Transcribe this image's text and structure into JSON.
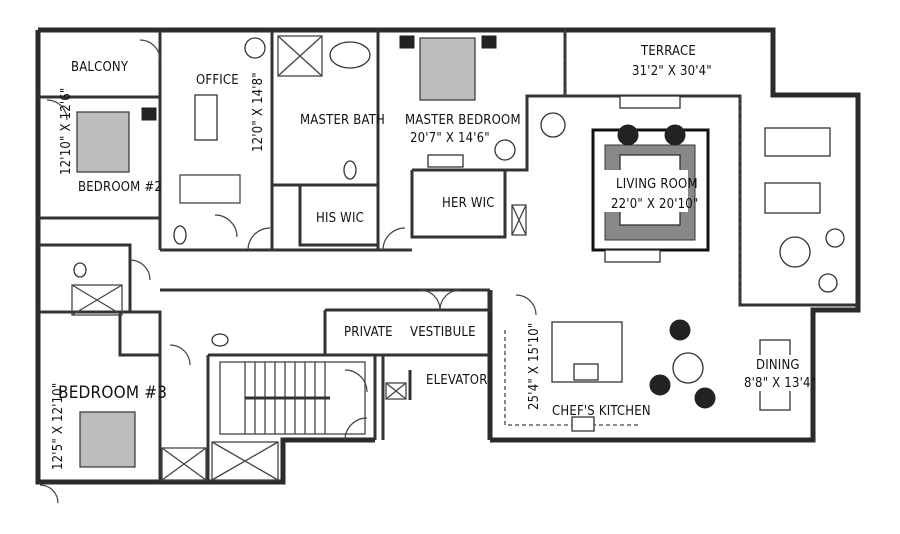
{
  "plan": {
    "rooms": {
      "balcony": {
        "name": "BALCONY"
      },
      "office": {
        "name": "OFFICE",
        "size": "12'0\" X 14'8\""
      },
      "master_bath": {
        "name": "MASTER BATH"
      },
      "master_bedroom": {
        "name": "MASTER BEDROOM",
        "size": "20'7\" X 14'6\""
      },
      "terrace": {
        "name": "TERRACE",
        "size": "31'2\" X 30'4\""
      },
      "bedroom2": {
        "name": "BEDROOM #2",
        "size": "12'10\" X 12'6\""
      },
      "his_wic": {
        "name": "HIS WIC"
      },
      "her_wic": {
        "name": "HER WIC"
      },
      "living_room": {
        "name": "LIVING ROOM",
        "size": "22'0\" X 20'10\""
      },
      "vestibule": {
        "name_a": "PRIVATE",
        "name_b": "VESTIBULE"
      },
      "elevator": {
        "name": "ELEVATOR"
      },
      "bedroom3": {
        "name": "BEDROOM #3",
        "size": "12'5\" X 12'10\""
      },
      "kitchen": {
        "name": "CHEF'S KITCHEN",
        "size": "25'4\" X 15'10\""
      },
      "dining": {
        "name": "DINING",
        "size": "8'8\" X 13'4\""
      }
    },
    "colors": {
      "wall": "#2b2b2b",
      "bed": "#bdbdbd",
      "background": "#ffffff"
    }
  }
}
